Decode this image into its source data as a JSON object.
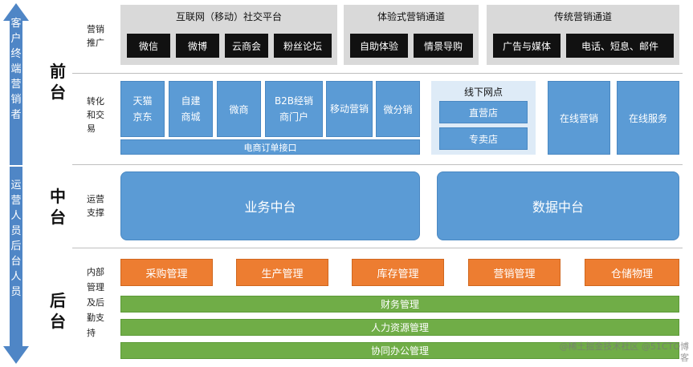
{
  "side_arrow": {
    "top_text": "客户终端营销者",
    "bottom_text": "运营人员后台人员"
  },
  "layers": {
    "front": "前台",
    "middle": "中台",
    "back": "后台"
  },
  "rows": {
    "marketing": {
      "label": "营销推广",
      "groups": [
        {
          "title": "互联网（移动）社交平台",
          "items": [
            "微信",
            "微博",
            "云商会",
            "粉丝论坛"
          ]
        },
        {
          "title": "体验式营销通道",
          "items": [
            "自助体验",
            "情景导购"
          ]
        },
        {
          "title": "传统营销通道",
          "items": [
            "广告与媒体",
            "电话、短息、邮件"
          ]
        }
      ]
    },
    "trade": {
      "label": "转化和交易",
      "items": [
        "天猫京东",
        "自建商城",
        "微商",
        "B2B经销商门户",
        "移动营销",
        "微分销"
      ],
      "bar": "电商订单接口",
      "offline": {
        "title": "线下网点",
        "items": [
          "直营店",
          "专卖店"
        ]
      },
      "online": [
        "在线营销",
        "在线服务"
      ]
    },
    "ops": {
      "label": "运营支撑",
      "items": [
        "业务中台",
        "数据中台"
      ]
    },
    "back": {
      "label": "内部管理及后勤支持",
      "orange": [
        "采购管理",
        "生产管理",
        "库存管理",
        "营销管理",
        "仓储物理"
      ],
      "green": [
        "财务管理",
        "人力资源管理",
        "协同办公管理"
      ]
    }
  },
  "watermark": "@稀土掘金技术社区 @51CTO博客",
  "colors": {
    "arrow": "#4f86c6",
    "blue": "#5b9bd5",
    "orange": "#ed7d31",
    "green": "#70ad47",
    "dark": "#111111",
    "gray": "#d9d9d9"
  }
}
